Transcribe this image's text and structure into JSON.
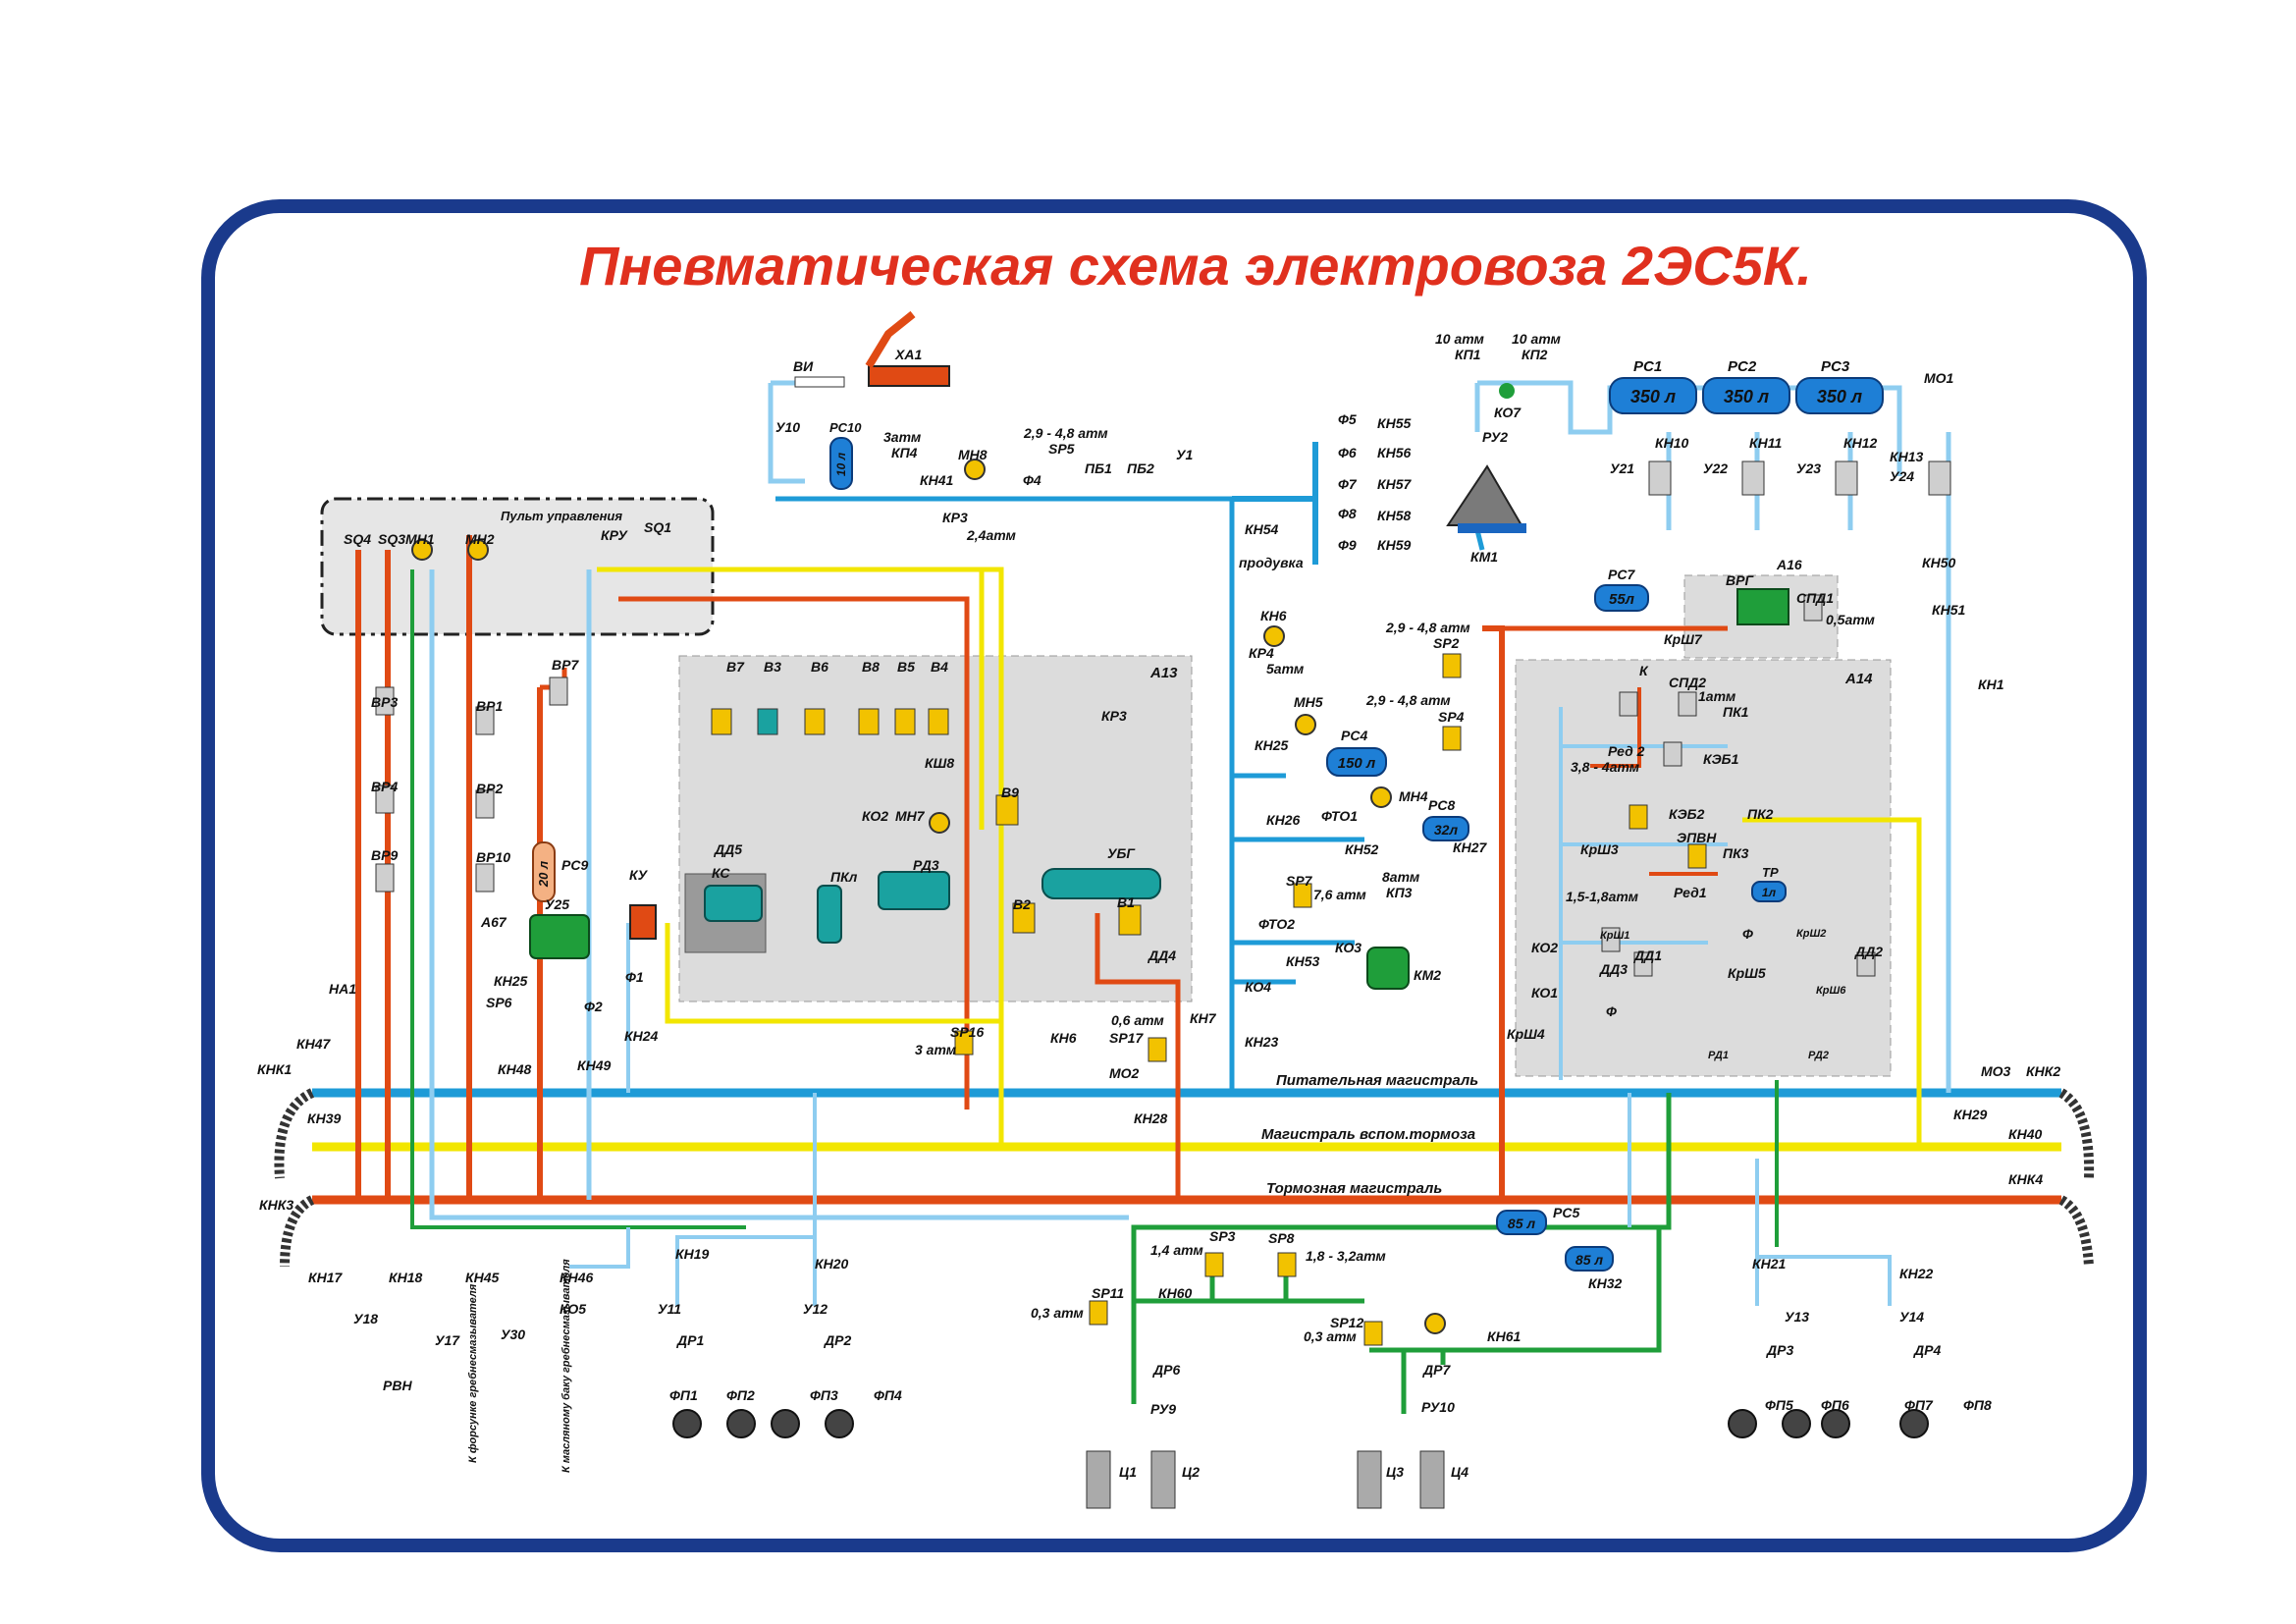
{
  "title": "Пневматическая схема электровоза 2ЭС5К.",
  "colors": {
    "frame": "#1a3a8c",
    "title": "#e0301e",
    "feed_line": "#1e9bd7",
    "brake_line": "#e04a14",
    "aux_brake_line": "#f2e600",
    "control_line": "#8ecdf0",
    "green_line": "#1f9e3a",
    "block_fill": "#dcdcdc",
    "tank": "#1e7fd6"
  },
  "panel_label": "Пульт управления",
  "mains": {
    "feed": "Питательная магистраль",
    "aux": "Магистраль вспом.тормоза",
    "brake": "Тормозная  магистраль"
  },
  "tanks": [
    {
      "id": "РС1",
      "vol": "350 л"
    },
    {
      "id": "РС2",
      "vol": "350 л"
    },
    {
      "id": "РС3",
      "vol": "350 л"
    },
    {
      "id": "РС4",
      "vol": "150 л"
    },
    {
      "id": "РС7",
      "vol": "55л"
    },
    {
      "id": "РС8",
      "vol": "32л"
    },
    {
      "id": "РС5",
      "vol": "85 л"
    },
    {
      "id": "",
      "vol": "85 л"
    },
    {
      "id": "РС9",
      "vol": "20 л"
    },
    {
      "id": "РС10",
      "vol": "10 л"
    },
    {
      "id": "ТР",
      "vol": "1л"
    }
  ],
  "blocks": {
    "a13": "А13",
    "a14": "А14",
    "a16": "А16"
  },
  "labels": {
    "ha1": "ХА1",
    "vi": "ВИ",
    "u10": "У10",
    "kp4_p": "3атм",
    "kp4": "КП4",
    "mn8": "МН8",
    "kn41": "КН41",
    "kr3": "КР3",
    "p24": "2,4атм",
    "sp5_p": "2,9 - 4,8 атм",
    "sp5": "SP5",
    "f4": "Ф4",
    "pb1": "ПБ1",
    "pb2": "ПБ2",
    "u1": "У1",
    "kp1_p": "10 атм",
    "kp1": "КП1",
    "kp2_p": "10 атм",
    "kp2": "КП2",
    "ko7": "КО7",
    "ru2": "РУ2",
    "km1": "КМ1",
    "f5": "Ф5",
    "f6": "Ф6",
    "f7": "Ф7",
    "f8": "Ф8",
    "f9": "Ф9",
    "kn55": "КН55",
    "kn56": "КН56",
    "kn57": "КН57",
    "kn58": "КН58",
    "kn59": "КН59",
    "kn54": "КН54",
    "produvka": "продувка",
    "mo1": "МО1",
    "kn10": "КН10",
    "kn11": "КН11",
    "kn12": "КН12",
    "kn13": "КН13",
    "u21": "У21",
    "u22": "У22",
    "u23": "У23",
    "u24": "У24",
    "kn50": "КН50",
    "kn51": "КН51",
    "kn1": "КН1",
    "vrg": "ВРГ",
    "spd1": "СПД1",
    "spd1_p": "0,5атм",
    "krsh7": "КрШ7",
    "sp2_p": "2,9 - 4,8 атм",
    "sp2": "SP2",
    "sp4_p": "2,9 - 4,8 атм",
    "sp4": "SP4",
    "k": "К",
    "spd2": "СПД2",
    "pk1_p": "1атм",
    "pk1": "ПК1",
    "red2": "Ред 2",
    "red2_p": "3,8 - 4атм",
    "keb1": "КЭБ1",
    "keb2": "КЭБ2",
    "pk2": "ПК2",
    "epvn": "ЭПВН",
    "krsh3": "КрШ3",
    "pk3": "ПК3",
    "red1_p": "1,5-1,8атм",
    "red1": "Ред1",
    "ko2b": "КО2",
    "krsh1": "КрШ1",
    "f_a14": "Ф",
    "krsh2": "КрШ2",
    "dd3": "ДД3",
    "dd1": "ДД1",
    "krsh5": "КрШ5",
    "dd2": "ДД2",
    "krsh6": "КрШ6",
    "ko1": "КО1",
    "f_b": "Ф",
    "krsh4": "КрШ4",
    "rd1": "РД1",
    "rd2": "РД2",
    "sq4": "SQ4",
    "sq3": "SQ3",
    "mn1": "МН1",
    "mn2": "МН2",
    "kru": "КРУ",
    "sq1": "SQ1",
    "vr7": "ВР7",
    "vr3": "ВР3",
    "vr1": "ВР1",
    "vr4": "ВР4",
    "vr2": "ВР2",
    "vr9": "ВР9",
    "vr10": "ВР10",
    "a67": "А67",
    "u25": "У25",
    "ku": "КУ",
    "kn25a": "КН25",
    "sp6": "SP6",
    "f1": "Ф1",
    "f2": "Ф2",
    "kn48": "КН48",
    "kn49": "КН49",
    "kn24": "КН24",
    "ha1b": "НА1",
    "kn47": "КН47",
    "knk1": "КНК1",
    "kn39": "КН39",
    "knk3": "КНК3",
    "b7": "В7",
    "b3": "В3",
    "b6": "В6",
    "b8": "В8",
    "b5": "В5",
    "b4": "В4",
    "kr3b": "КР3",
    "ksh8": "КШ8",
    "dd5": "ДД5",
    "ko2": "КО2",
    "mn7": "МН7",
    "b9": "В9",
    "ks": "КС",
    "pkl": "ПКл",
    "rd3": "РД3",
    "ubg": "УБГ",
    "b2": "В2",
    "b1": "В1",
    "dd4": "ДД4",
    "kn6": "КН6",
    "kr4": "КР4",
    "kr4_p": "5атм",
    "mn5": "МН5",
    "kn25b": "КН25",
    "mn4": "МН4",
    "kn26": "КН26",
    "fto1": "ФТО1",
    "kn52": "КН52",
    "kn27": "КН27",
    "sp7": "SP7",
    "sp7_p": "7,6 атм",
    "kp3_p": "8атм",
    "kp3": "КП3",
    "fto2": "ФТО2",
    "ko3": "КО3",
    "kn53": "КН53",
    "km2": "КМ2",
    "ko4": "КО4",
    "kn23": "КН23",
    "sp16": "SP16",
    "sp16_p": "3 атм",
    "kn6b": "КН6",
    "sp17_p": "0,6 атм",
    "sp17": "SP17",
    "kn7": "КН7",
    "mo2": "МО2",
    "kn28": "КН28",
    "mo3": "МО3",
    "knk2": "КНК2",
    "kn29": "КН29",
    "kn40": "КН40",
    "knk4": "КНК4",
    "kn32": "КН32",
    "kn17": "КН17",
    "kn18": "КН18",
    "kn45": "КН45",
    "kn46": "КН46",
    "ko5": "КО5",
    "u18": "У18",
    "u17": "У17",
    "u30": "У30",
    "rvn": "РВН",
    "note1": "К форсунке гребнесмазывателя",
    "note2": "К масляному баку гребнесмазывателя",
    "kn19": "КН19",
    "kn20": "КН20",
    "u11": "У11",
    "u12": "У12",
    "dr1": "ДР1",
    "dr2": "ДР2",
    "fp1": "ФП1",
    "fp2": "ФП2",
    "fp3": "ФП3",
    "fp4": "ФП4",
    "sp3_p": "1,4 атм",
    "sp3": "SP3",
    "sp8": "SP8",
    "sp8_p": "1,8 -  3,2атм",
    "sp11": "SP11",
    "sp11_p": "0,3 атм",
    "kn60": "КН60",
    "dr6": "ДР6",
    "ru9": "РУ9",
    "c1": "Ц1",
    "c2": "Ц2",
    "sp12": "SP12",
    "sp12_p": "0,3 атм",
    "kn61": "КН61",
    "dr7": "ДР7",
    "ru10": "РУ10",
    "c3": "Ц3",
    "c4": "Ц4",
    "kn21": "КН21",
    "kn22": "КН22",
    "u13": "У13",
    "u14": "У14",
    "dr3": "ДР3",
    "dr4": "ДР4",
    "fp5": "ФП5",
    "fp6": "ФП6",
    "fp7": "ФП7",
    "fp8": "ФП8"
  }
}
